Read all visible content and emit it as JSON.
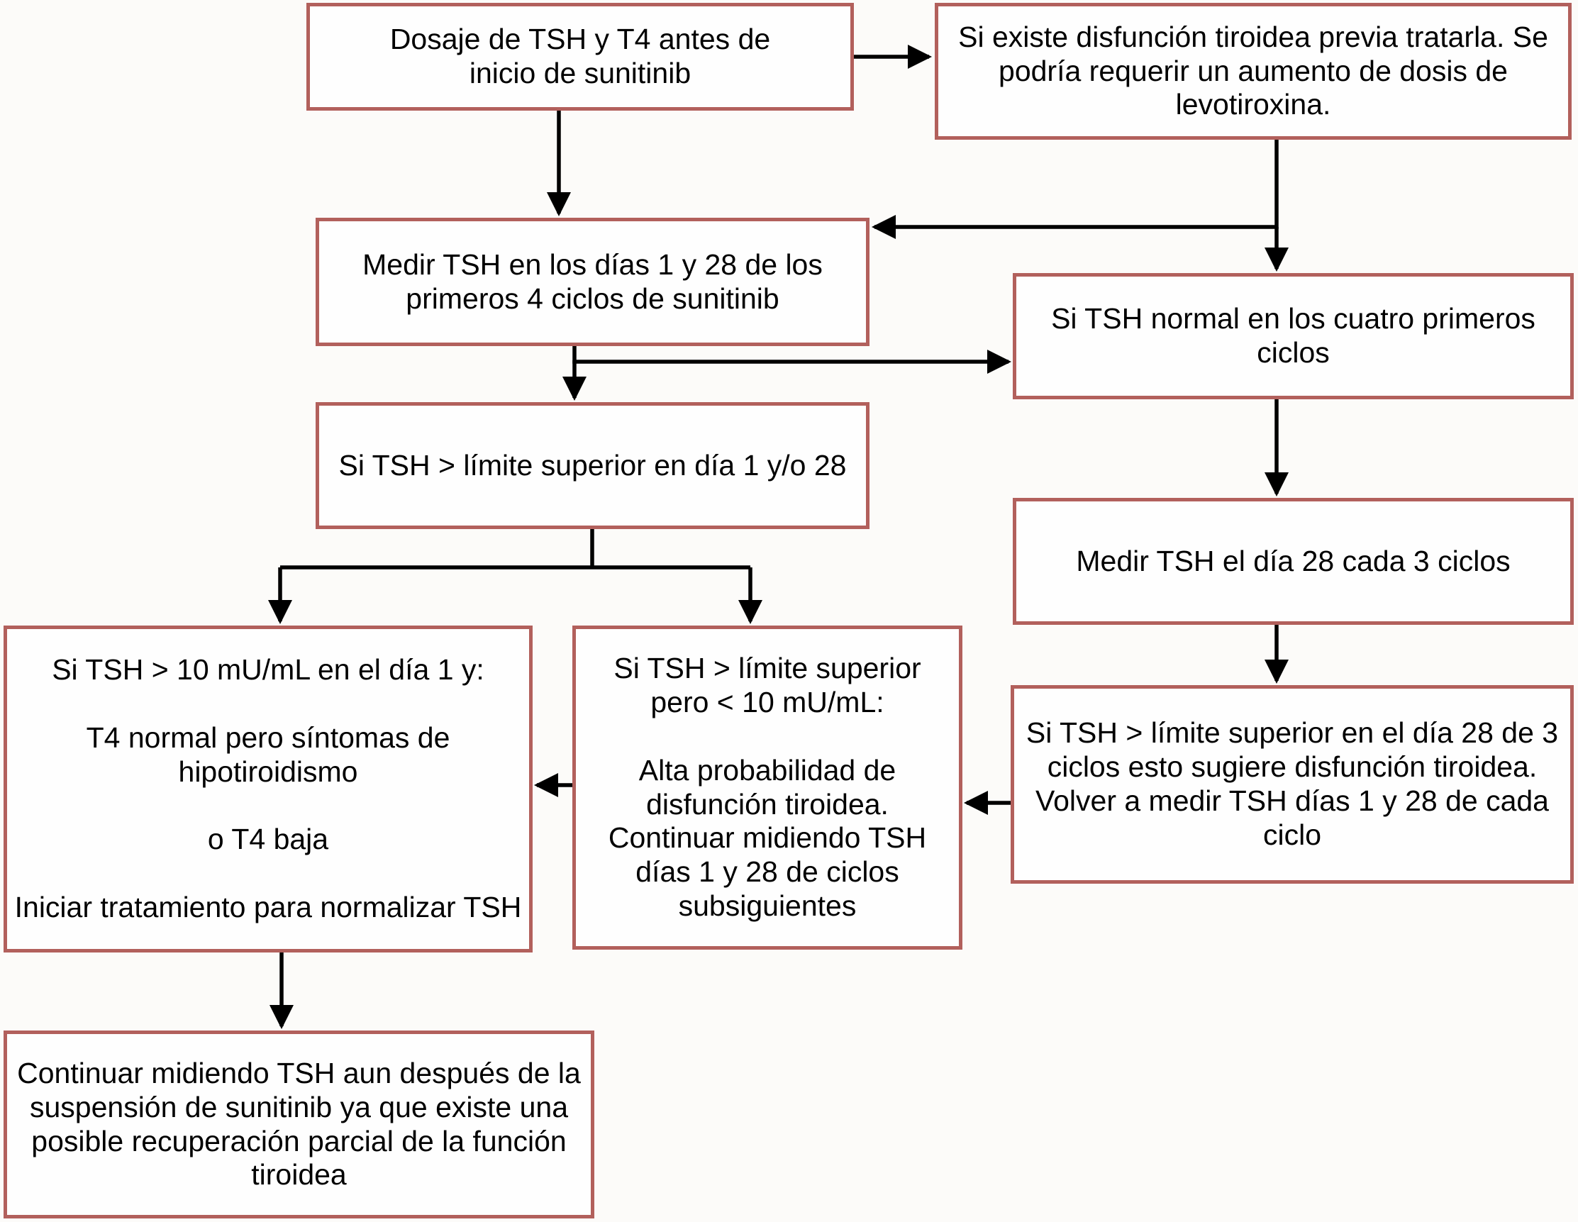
{
  "diagram": {
    "type": "flowchart",
    "language": "es",
    "topic": "Monitoreo de TSH y T4 durante tratamiento con sunitinib",
    "colors": {
      "box_border": "#b2605c",
      "box_fill": "#fefefe",
      "arrow": "#000000",
      "text": "#000000",
      "background": "#fcfbf9"
    },
    "nodes": [
      {
        "id": "dosaje-inicial",
        "text": "Dosaje de TSH y T4 antes de\ninicio de sunitinib"
      },
      {
        "id": "disfuncion-previa",
        "text": "Si existe disfunción tiroidea previa tratarla. Se\npodría requerir un aumento de dosis de\nlevotiroxina."
      },
      {
        "id": "medir-tsh-ciclos-1-4",
        "text": "Medir TSH en los días 1 y 28 de los\nprimeros 4 ciclos de sunitinib"
      },
      {
        "id": "tsh-normal-4-ciclos",
        "text": "Si TSH normal en los cuatro primeros\nciclos"
      },
      {
        "id": "tsh-alto-dia-1-28",
        "text": "Si TSH > límite superior en día 1 y/o 28"
      },
      {
        "id": "medir-tsh-dia-28-cada-3",
        "text": "Medir TSH el día 28 cada 3 ciclos"
      },
      {
        "id": "tsh-mayor-10",
        "text": "Si TSH > 10 mU/mL en el día 1 y:\n\nT4 normal pero síntomas de\nhipotiroidismo\n\no T4 baja\n\nIniciar tratamiento para normalizar TSH"
      },
      {
        "id": "tsh-entre-limite-y-10",
        "text": "Si TSH > límite superior\npero < 10 mU/mL:\n\nAlta probabilidad de\ndisfunción tiroidea.\nContinuar midiendo TSH\ndías 1 y 28 de ciclos\nsubsiguientes"
      },
      {
        "id": "tsh-alto-dia-28-de-3-ciclos",
        "text": "Si TSH > límite superior en el día 28 de 3\nciclos esto sugiere disfunción tiroidea.\nVolver a medir TSH días 1 y 28 de cada\nciclo"
      },
      {
        "id": "continuar-midiendo-post-suspension",
        "text": "Continuar midiendo TSH aun después de la\nsuspensión de sunitinib ya que existe una\nposible recuperación parcial de la función\ntiroidea"
      }
    ],
    "edges": [
      {
        "from": "dosaje-inicial",
        "to": "disfuncion-previa"
      },
      {
        "from": "dosaje-inicial",
        "to": "medir-tsh-ciclos-1-4"
      },
      {
        "from": "disfuncion-previa",
        "to": "medir-tsh-ciclos-1-4"
      },
      {
        "from": "disfuncion-previa",
        "to": "tsh-normal-4-ciclos"
      },
      {
        "from": "medir-tsh-ciclos-1-4",
        "to": "tsh-normal-4-ciclos"
      },
      {
        "from": "medir-tsh-ciclos-1-4",
        "to": "tsh-alto-dia-1-28"
      },
      {
        "from": "tsh-normal-4-ciclos",
        "to": "medir-tsh-dia-28-cada-3"
      },
      {
        "from": "medir-tsh-dia-28-cada-3",
        "to": "tsh-alto-dia-28-de-3-ciclos"
      },
      {
        "from": "tsh-alto-dia-28-de-3-ciclos",
        "to": "tsh-entre-limite-y-10"
      },
      {
        "from": "tsh-alto-dia-1-28",
        "to": "tsh-mayor-10"
      },
      {
        "from": "tsh-alto-dia-1-28",
        "to": "tsh-entre-limite-y-10"
      },
      {
        "from": "tsh-entre-limite-y-10",
        "to": "tsh-mayor-10"
      },
      {
        "from": "tsh-mayor-10",
        "to": "continuar-midiendo-post-suspension"
      }
    ]
  }
}
